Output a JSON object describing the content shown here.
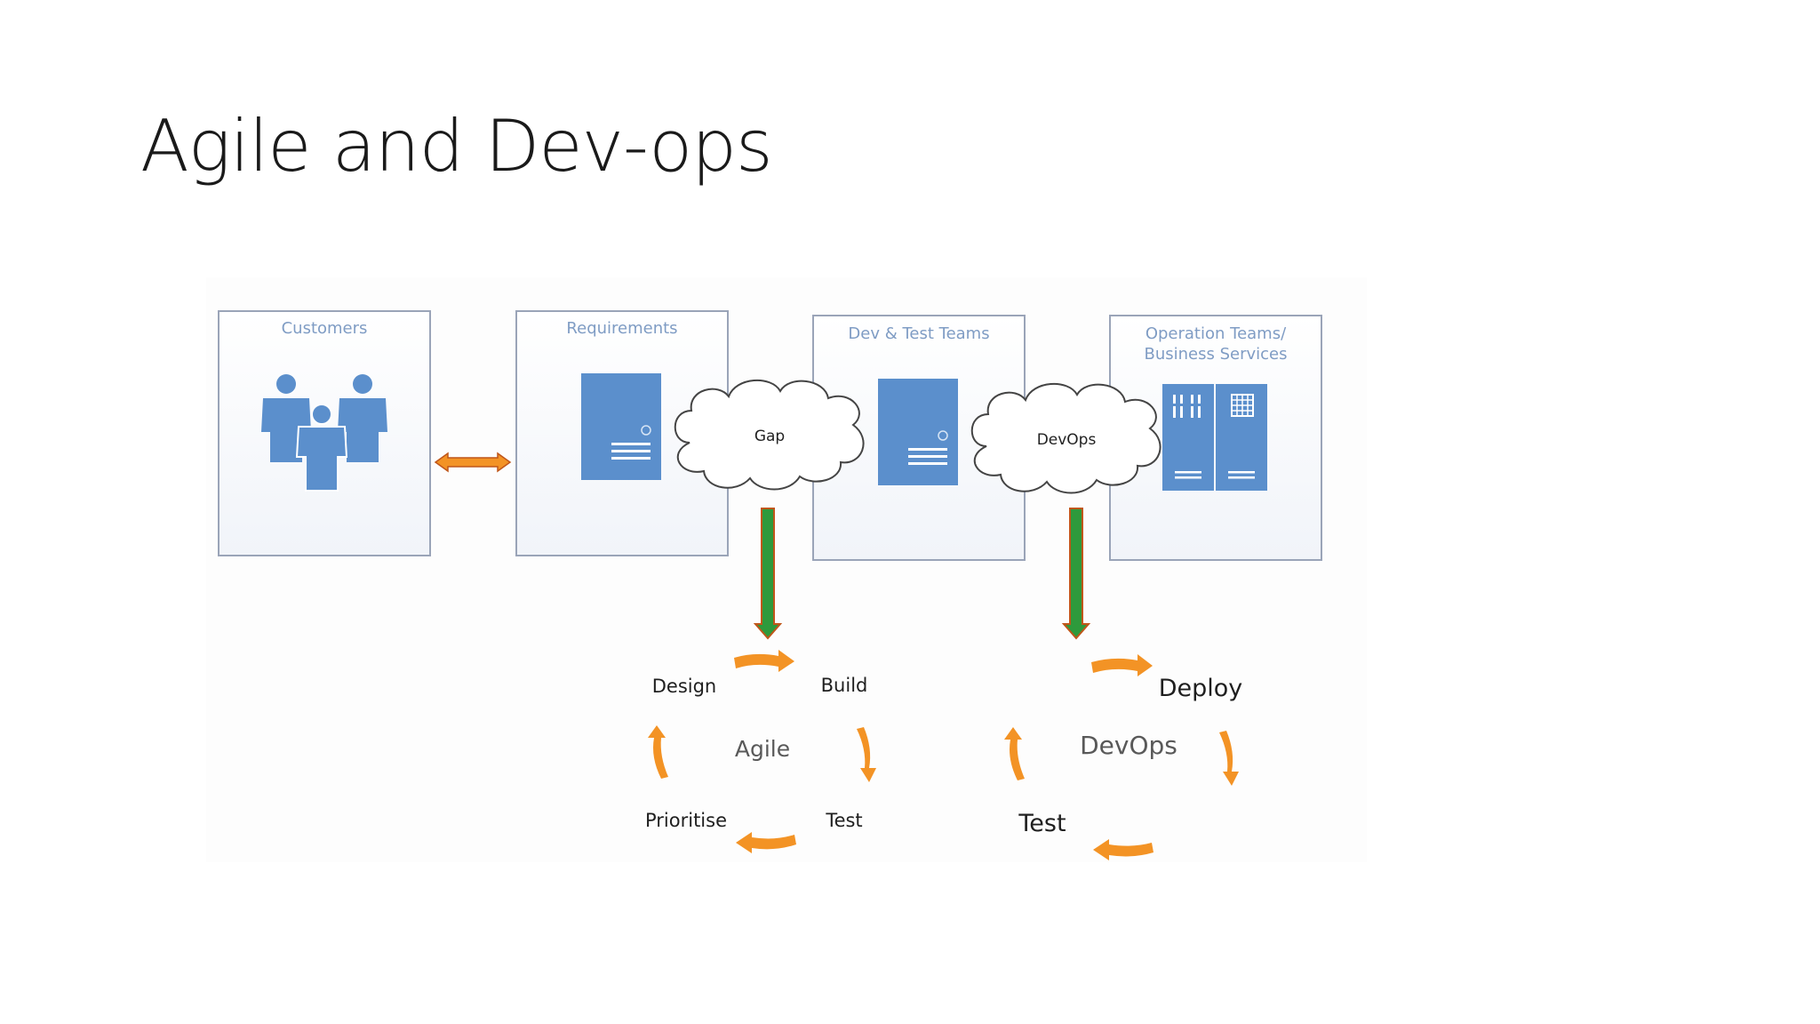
{
  "slide": {
    "title": "Agile and Dev-ops"
  },
  "boxes": {
    "customers": "Customers",
    "requirements": "Requirements",
    "dev_test": "Dev & Test Teams",
    "operations_line1": "Operation Teams/",
    "operations_line2": "Business Services"
  },
  "clouds": {
    "gap": "Gap",
    "devops": "DevOps"
  },
  "agile_cycle": {
    "center": "Agile",
    "steps": [
      "Design",
      "Build",
      "Test",
      "Prioritise"
    ]
  },
  "devops_cycle": {
    "center": "DevOps",
    "steps": [
      "Deploy",
      "Test"
    ]
  },
  "colors": {
    "box_border": "#9aa4b8",
    "icon_blue": "#5b8fcc",
    "cycle_arrow": "#f39325",
    "down_arrow_fill": "#2e9a3c",
    "down_arrow_outline": "#c0561a",
    "double_arrow": "#f39325"
  }
}
